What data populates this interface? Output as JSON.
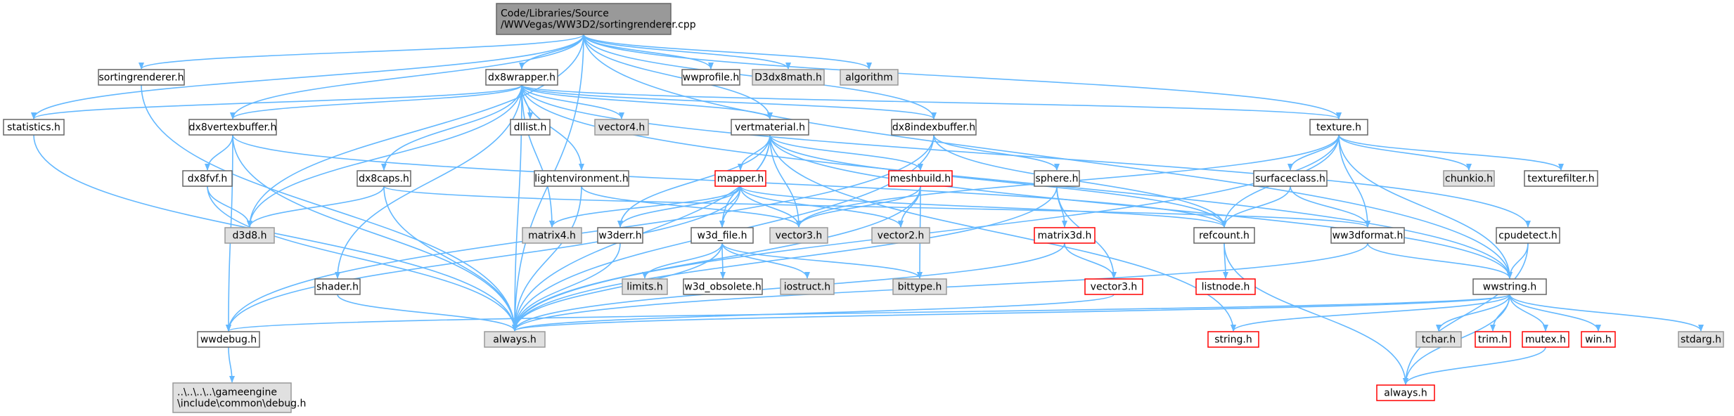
{
  "colors": {
    "root_fill": "#999999",
    "default_fill": "#ffffff",
    "default_stroke": "#666666",
    "external_fill": "#e0e0e0",
    "external_stroke": "#999999",
    "missing_fill": "#ffffff",
    "missing_stroke": "#ff0000",
    "edge": "#63b8ff"
  },
  "nodes": [
    {
      "id": "root",
      "lines": [
        "Code/Libraries/Source",
        "/WWVegas/WW3D2/sortingrenderer.cpp"
      ],
      "kind": "root"
    },
    {
      "id": "statistics",
      "lines": [
        "statistics.h"
      ],
      "kind": "default"
    },
    {
      "id": "sortingrenderer",
      "lines": [
        "sortingrenderer.h"
      ],
      "kind": "default"
    },
    {
      "id": "dx8wrapper",
      "lines": [
        "dx8wrapper.h"
      ],
      "kind": "default"
    },
    {
      "id": "wwprofile",
      "lines": [
        "wwprofile.h"
      ],
      "kind": "default"
    },
    {
      "id": "d3dx8math",
      "lines": [
        "D3dx8math.h"
      ],
      "kind": "external"
    },
    {
      "id": "algorithm",
      "lines": [
        "algorithm"
      ],
      "kind": "external"
    },
    {
      "id": "dx8vertexbuffer",
      "lines": [
        "dx8vertexbuffer.h"
      ],
      "kind": "default"
    },
    {
      "id": "dllist",
      "lines": [
        "dllist.h"
      ],
      "kind": "default"
    },
    {
      "id": "vector4",
      "lines": [
        "vector4.h"
      ],
      "kind": "external"
    },
    {
      "id": "vertmaterial",
      "lines": [
        "vertmaterial.h"
      ],
      "kind": "default"
    },
    {
      "id": "dx8indexbuffer",
      "lines": [
        "dx8indexbuffer.h"
      ],
      "kind": "default"
    },
    {
      "id": "texture",
      "lines": [
        "texture.h"
      ],
      "kind": "default"
    },
    {
      "id": "dx8fvf",
      "lines": [
        "dx8fvf.h"
      ],
      "kind": "default"
    },
    {
      "id": "dx8caps",
      "lines": [
        "dx8caps.h"
      ],
      "kind": "default"
    },
    {
      "id": "lightenvironment",
      "lines": [
        "lightenvironment.h"
      ],
      "kind": "default"
    },
    {
      "id": "mapper",
      "lines": [
        "mapper.h"
      ],
      "kind": "missing"
    },
    {
      "id": "meshbuild",
      "lines": [
        "meshbuild.h"
      ],
      "kind": "missing"
    },
    {
      "id": "sphere",
      "lines": [
        "sphere.h"
      ],
      "kind": "default"
    },
    {
      "id": "surfaceclass",
      "lines": [
        "surfaceclass.h"
      ],
      "kind": "default"
    },
    {
      "id": "chunkio",
      "lines": [
        "chunkio.h"
      ],
      "kind": "external"
    },
    {
      "id": "texturefilter",
      "lines": [
        "texturefilter.h"
      ],
      "kind": "default"
    },
    {
      "id": "d3d8",
      "lines": [
        "d3d8.h"
      ],
      "kind": "external"
    },
    {
      "id": "matrix4",
      "lines": [
        "matrix4.h"
      ],
      "kind": "external"
    },
    {
      "id": "w3derr",
      "lines": [
        "w3derr.h"
      ],
      "kind": "default"
    },
    {
      "id": "w3d_file",
      "lines": [
        "w3d_file.h"
      ],
      "kind": "default"
    },
    {
      "id": "vector3",
      "lines": [
        "vector3.h"
      ],
      "kind": "external"
    },
    {
      "id": "vector2",
      "lines": [
        "vector2.h"
      ],
      "kind": "external"
    },
    {
      "id": "matrix3d",
      "lines": [
        "matrix3d.h"
      ],
      "kind": "missing"
    },
    {
      "id": "refcount",
      "lines": [
        "refcount.h"
      ],
      "kind": "default"
    },
    {
      "id": "ww3dformat",
      "lines": [
        "ww3dformat.h"
      ],
      "kind": "default"
    },
    {
      "id": "cpudetect",
      "lines": [
        "cpudetect.h"
      ],
      "kind": "default"
    },
    {
      "id": "shader",
      "lines": [
        "shader.h"
      ],
      "kind": "default"
    },
    {
      "id": "limits",
      "lines": [
        "limits.h"
      ],
      "kind": "external"
    },
    {
      "id": "w3d_obsolete",
      "lines": [
        "w3d_obsolete.h"
      ],
      "kind": "default"
    },
    {
      "id": "iostruct",
      "lines": [
        "iostruct.h"
      ],
      "kind": "external"
    },
    {
      "id": "bittype",
      "lines": [
        "bittype.h"
      ],
      "kind": "external"
    },
    {
      "id": "vector3_red",
      "lines": [
        "vector3.h"
      ],
      "kind": "missing"
    },
    {
      "id": "listnode",
      "lines": [
        "listnode.h"
      ],
      "kind": "missing"
    },
    {
      "id": "wwstring",
      "lines": [
        "wwstring.h"
      ],
      "kind": "default"
    },
    {
      "id": "wwdebug",
      "lines": [
        "wwdebug.h"
      ],
      "kind": "default"
    },
    {
      "id": "always",
      "lines": [
        "always.h"
      ],
      "kind": "external"
    },
    {
      "id": "string",
      "lines": [
        "string.h"
      ],
      "kind": "missing"
    },
    {
      "id": "tchar",
      "lines": [
        "tchar.h"
      ],
      "kind": "external"
    },
    {
      "id": "trim",
      "lines": [
        "trim.h"
      ],
      "kind": "missing"
    },
    {
      "id": "mutex",
      "lines": [
        "mutex.h"
      ],
      "kind": "missing"
    },
    {
      "id": "win",
      "lines": [
        "win.h"
      ],
      "kind": "missing"
    },
    {
      "id": "stdarg",
      "lines": [
        "stdarg.h"
      ],
      "kind": "external"
    },
    {
      "id": "debug",
      "lines": [
        "..\\..\\..\\..\\gameengine",
        "\\include\\common\\debug.h"
      ],
      "kind": "external"
    },
    {
      "id": "always_red",
      "lines": [
        "always.h"
      ],
      "kind": "missing"
    }
  ],
  "edges": [
    [
      "root",
      "statistics"
    ],
    [
      "root",
      "sortingrenderer"
    ],
    [
      "root",
      "dx8wrapper"
    ],
    [
      "root",
      "wwprofile"
    ],
    [
      "root",
      "d3dx8math"
    ],
    [
      "root",
      "algorithm"
    ],
    [
      "root",
      "dx8vertexbuffer"
    ],
    [
      "root",
      "d3d8"
    ],
    [
      "root",
      "always"
    ],
    [
      "root",
      "vertmaterial"
    ],
    [
      "root",
      "dx8indexbuffer"
    ],
    [
      "root",
      "texture"
    ],
    [
      "root",
      "wwstring"
    ],
    [
      "sortingrenderer",
      "always"
    ],
    [
      "statistics",
      "always"
    ],
    [
      "dx8wrapper",
      "statistics"
    ],
    [
      "dx8wrapper",
      "dx8vertexbuffer"
    ],
    [
      "dx8wrapper",
      "dllist"
    ],
    [
      "dx8wrapper",
      "vector4"
    ],
    [
      "dx8wrapper",
      "vertmaterial"
    ],
    [
      "dx8wrapper",
      "dx8indexbuffer"
    ],
    [
      "dx8wrapper",
      "texture"
    ],
    [
      "dx8wrapper",
      "dx8caps"
    ],
    [
      "dx8wrapper",
      "lightenvironment"
    ],
    [
      "dx8wrapper",
      "shader"
    ],
    [
      "dx8wrapper",
      "d3d8"
    ],
    [
      "dx8wrapper",
      "matrix4"
    ],
    [
      "dx8wrapper",
      "always"
    ],
    [
      "dx8wrapper",
      "cpudetect"
    ],
    [
      "dx8wrapper",
      "wwstring"
    ],
    [
      "dx8vertexbuffer",
      "dx8fvf"
    ],
    [
      "dx8vertexbuffer",
      "always"
    ],
    [
      "dx8vertexbuffer",
      "wwdebug"
    ],
    [
      "dx8vertexbuffer",
      "refcount"
    ],
    [
      "dx8fvf",
      "d3d8"
    ],
    [
      "dx8fvf",
      "always"
    ],
    [
      "dx8caps",
      "d3d8"
    ],
    [
      "dx8caps",
      "always"
    ],
    [
      "dx8caps",
      "ww3dformat"
    ],
    [
      "lightenvironment",
      "always"
    ],
    [
      "lightenvironment",
      "vector3"
    ],
    [
      "vertmaterial",
      "mapper"
    ],
    [
      "vertmaterial",
      "meshbuild"
    ],
    [
      "vertmaterial",
      "w3d_file"
    ],
    [
      "vertmaterial",
      "vector3"
    ],
    [
      "vertmaterial",
      "w3derr"
    ],
    [
      "vertmaterial",
      "refcount"
    ],
    [
      "vertmaterial",
      "always"
    ],
    [
      "vertmaterial",
      "string"
    ],
    [
      "vertmaterial",
      "wwstring"
    ],
    [
      "dx8indexbuffer",
      "sphere"
    ],
    [
      "dx8indexbuffer",
      "refcount"
    ],
    [
      "dx8indexbuffer",
      "always"
    ],
    [
      "dx8indexbuffer",
      "wwdebug"
    ],
    [
      "texture",
      "surfaceclass"
    ],
    [
      "texture",
      "chunkio"
    ],
    [
      "texture",
      "texturefilter"
    ],
    [
      "texture",
      "refcount"
    ],
    [
      "texture",
      "ww3dformat"
    ],
    [
      "texture",
      "wwstring"
    ],
    [
      "texture",
      "vector3"
    ],
    [
      "texture",
      "always"
    ],
    [
      "mapper",
      "matrix4"
    ],
    [
      "mapper",
      "w3derr"
    ],
    [
      "mapper",
      "w3d_file"
    ],
    [
      "mapper",
      "vector3"
    ],
    [
      "mapper",
      "vector2"
    ],
    [
      "mapper",
      "refcount"
    ],
    [
      "mapper",
      "wwdebug"
    ],
    [
      "meshbuild",
      "vector3"
    ],
    [
      "meshbuild",
      "vector2"
    ],
    [
      "meshbuild",
      "bittype"
    ],
    [
      "meshbuild",
      "always"
    ],
    [
      "sphere",
      "matrix3d"
    ],
    [
      "sphere",
      "vector3_red"
    ],
    [
      "sphere",
      "always"
    ],
    [
      "surfaceclass",
      "refcount"
    ],
    [
      "surfaceclass",
      "ww3dformat"
    ],
    [
      "w3derr",
      "always"
    ],
    [
      "w3d_file",
      "limits"
    ],
    [
      "w3d_file",
      "w3d_obsolete"
    ],
    [
      "w3d_file",
      "iostruct"
    ],
    [
      "w3d_file",
      "bittype"
    ],
    [
      "w3d_file",
      "always"
    ],
    [
      "matrix3d",
      "vector3_red"
    ],
    [
      "matrix3d",
      "always"
    ],
    [
      "vector3_red",
      "always"
    ],
    [
      "refcount",
      "listnode"
    ],
    [
      "refcount",
      "always_red"
    ],
    [
      "ww3dformat",
      "wwstring"
    ],
    [
      "ww3dformat",
      "always"
    ],
    [
      "cpudetect",
      "wwstring"
    ],
    [
      "cpudetect",
      "always_red"
    ],
    [
      "shader",
      "always"
    ],
    [
      "wwstring",
      "always"
    ],
    [
      "wwstring",
      "wwdebug"
    ],
    [
      "wwstring",
      "string"
    ],
    [
      "wwstring",
      "tchar"
    ],
    [
      "wwstring",
      "trim"
    ],
    [
      "wwstring",
      "mutex"
    ],
    [
      "wwstring",
      "win"
    ],
    [
      "wwstring",
      "stdarg"
    ],
    [
      "wwstring",
      "always_red"
    ],
    [
      "mutex",
      "always_red"
    ],
    [
      "wwdebug",
      "debug"
    ]
  ]
}
